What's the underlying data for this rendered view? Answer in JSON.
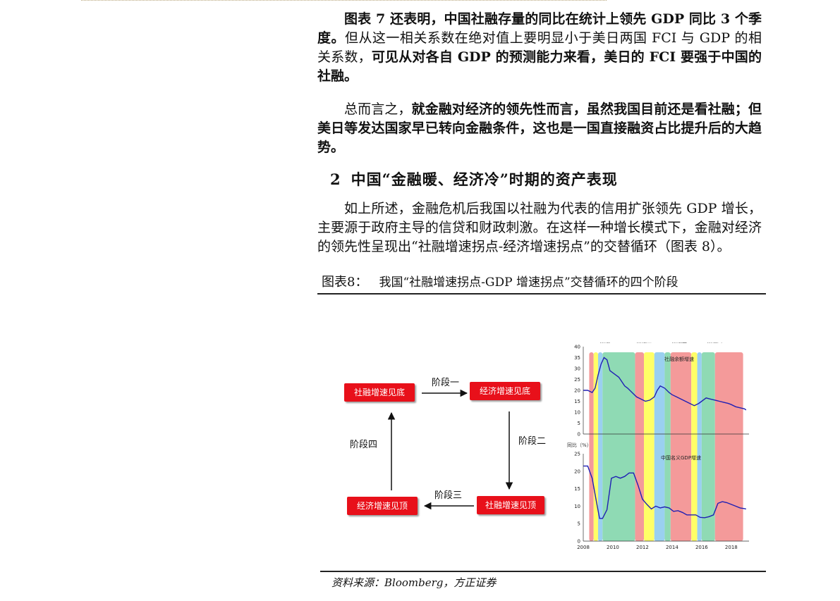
{
  "para1": {
    "b1": "图表 7 还表明，中国社融存量的同比在统计上领先 GDP 同比 3 个季度。",
    "t1": "但从这一相关系数在绝对值上要明显小于美日两国 FCI 与 GDP 的相关系数，",
    "b2": "可见从对各自 GDP 的预测能力来看，美日的 FCI 要强于中国的社融。"
  },
  "para2": {
    "t1": "总而言之，",
    "b1": "就金融对经济的领先性而言，虽然我国目前还是看社融；但美日等发达国家早已转向金融条件，这也是一国直接融资占比提升后的大趋势。"
  },
  "section": {
    "number": "2",
    "title": "中国“金融暖、经济冷”时期的资产表现"
  },
  "para3": "如上所述，金融危机后我国以社融为代表的信用扩张领先 GDP 增长，主要源于政府主导的信贷和财政刺激。在这样一种增长模式下，金融对经济的领先性呈现出“社融增速拐点-经济增速拐点”的交替循环（图表 8）。",
  "figure": {
    "label": "图表8：",
    "caption": "我国“社融增速拐点-GDP 增速拐点”交替循环的四个阶段",
    "source": "资料来源：Bloomberg，方正证券"
  },
  "cycle": {
    "box_tl": "社融增速见底",
    "box_tr": "经济增速见底",
    "box_br": "社融增速见顶",
    "box_bl": "经济增速见顶",
    "stage1": "阶段一",
    "stage2": "阶段二",
    "stage3": "阶段三",
    "stage4": "阶段四"
  },
  "chart_data": [
    {
      "type": "line",
      "ylabel": "同比（%）",
      "series": [
        {
          "name": "社融余额增速",
          "color": "#1f1fb4",
          "x": [
            2008.0,
            2008.3,
            2008.6,
            2008.8,
            2009.0,
            2009.2,
            2009.4,
            2009.6,
            2009.8,
            2010.0,
            2010.2,
            2010.4,
            2010.6,
            2010.8,
            2011.0,
            2011.3,
            2011.6,
            2011.9,
            2012.2,
            2012.5,
            2012.8,
            2013.0,
            2013.2,
            2013.5,
            2013.8,
            2014.0,
            2014.3,
            2014.6,
            2014.9,
            2015.2,
            2015.5,
            2015.8,
            2016.0,
            2016.3,
            2016.6,
            2016.9,
            2017.2,
            2017.5,
            2017.8,
            2018.0,
            2018.3,
            2018.6,
            2018.9,
            2019.0
          ],
          "y": [
            20,
            20,
            19,
            21,
            27,
            32,
            35,
            34,
            29,
            28,
            27,
            26,
            24,
            22,
            21,
            19,
            17,
            16,
            15,
            15.5,
            17,
            20,
            22,
            21,
            19,
            18,
            17,
            16,
            15,
            14,
            13,
            14,
            15,
            16.5,
            16,
            15.5,
            15,
            14.5,
            14,
            13.5,
            12.5,
            12,
            11.5,
            11
          ]
        }
      ],
      "ylim": [
        0,
        40
      ],
      "yticks": [
        "40",
        "35",
        "30",
        "25",
        "20",
        "15",
        "10",
        "5",
        "0"
      ],
      "legend": [
        "阶段一",
        "阶段二",
        "阶段三",
        "阶段四"
      ],
      "legend_colors": [
        "#ffff66",
        "#9ad0f0",
        "#8fdab4",
        "#f49a9a"
      ],
      "stages": [
        {
          "stage": "阶段四",
          "from": 2008.4,
          "to": 2008.7
        },
        {
          "stage": "阶段一",
          "from": 2008.7,
          "to": 2009.0
        },
        {
          "stage": "阶段二",
          "from": 2009.0,
          "to": 2009.3
        },
        {
          "stage": "阶段三",
          "from": 2009.3,
          "to": 2011.5
        },
        {
          "stage": "阶段四",
          "from": 2011.5,
          "to": 2012.1
        },
        {
          "stage": "阶段一",
          "from": 2012.1,
          "to": 2012.8
        },
        {
          "stage": "阶段二",
          "from": 2012.8,
          "to": 2013.5
        },
        {
          "stage": "阶段三",
          "from": 2013.5,
          "to": 2013.9
        },
        {
          "stage": "阶段四",
          "from": 2013.9,
          "to": 2015.3
        },
        {
          "stage": "阶段一",
          "from": 2015.3,
          "to": 2015.7
        },
        {
          "stage": "阶段二",
          "from": 2015.7,
          "to": 2016.0
        },
        {
          "stage": "阶段三",
          "from": 2016.0,
          "to": 2016.9
        },
        {
          "stage": "阶段四",
          "from": 2016.9,
          "to": 2018.8
        }
      ]
    },
    {
      "type": "line",
      "ylabel": "同比（%）",
      "series": [
        {
          "name": "中国名义GDP增速",
          "color": "#1f1fb4",
          "x": [
            2008.0,
            2008.3,
            2008.6,
            2008.9,
            2009.1,
            2009.3,
            2009.6,
            2009.9,
            2010.2,
            2010.5,
            2010.8,
            2011.1,
            2011.4,
            2011.7,
            2012.0,
            2012.3,
            2012.6,
            2012.9,
            2013.2,
            2013.5,
            2013.8,
            2014.1,
            2014.4,
            2014.7,
            2015.0,
            2015.3,
            2015.6,
            2015.9,
            2016.2,
            2016.5,
            2016.8,
            2017.1,
            2017.4,
            2017.7,
            2018.0,
            2018.3,
            2018.6,
            2018.9,
            2019.0
          ],
          "y": [
            21.5,
            21.5,
            18,
            11,
            6.5,
            6.5,
            9,
            18,
            18.5,
            18,
            18.5,
            19.5,
            19.5,
            16,
            12,
            10.5,
            9.2,
            10,
            9.5,
            9.8,
            9.5,
            8.5,
            8.7,
            8.2,
            7.5,
            7.5,
            7.5,
            6.8,
            6.7,
            7,
            7.5,
            10.8,
            11.3,
            11,
            10.5,
            10,
            9.5,
            9.3,
            9.2
          ]
        }
      ],
      "ylim": [
        0,
        25
      ],
      "yticks": [
        "25",
        "20",
        "15",
        "10",
        "5",
        "0"
      ],
      "xticks": [
        "2008",
        "2010",
        "2012",
        "2014",
        "2016",
        "2018"
      ]
    }
  ]
}
